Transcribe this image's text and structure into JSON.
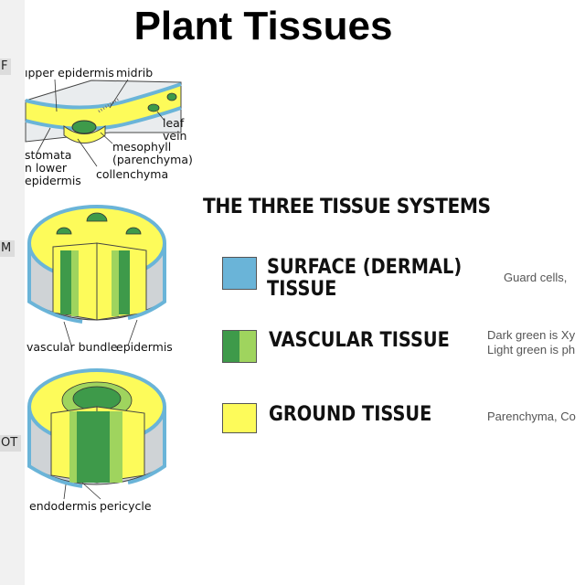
{
  "title": "Plant Tissues",
  "side_tabs": [
    "F",
    "M",
    "OT"
  ],
  "leaf_labels": {
    "upper_epidermis": "ıpper epidermis",
    "midrib": "midrib",
    "leaf_vein_1": "leaf",
    "leaf_vein_2": "vein",
    "mesophyll_1": "mesophyll",
    "mesophyll_2": "(parenchyma)",
    "stomata_1": "stomata",
    "stomata_2": "n lower",
    "stomata_3": "epidermis",
    "collenchyma": "collenchyma"
  },
  "stem_labels": {
    "vascular_bundle": "vascular bundle",
    "epidermis": "epidermis"
  },
  "root_labels": {
    "endodermis": "endodermis",
    "pericycle": "pericycle"
  },
  "legend": {
    "heading": "THE THREE TISSUE SYSTEMS",
    "items": [
      {
        "label_1": "SURFACE (DERMAL)",
        "label_2": "TISSUE",
        "note_1": "Guard cells,",
        "note_2": ""
      },
      {
        "label_1": "VASCULAR TISSUE",
        "label_2": "",
        "note_1": "Dark green is Xy",
        "note_2": "Light green is ph"
      },
      {
        "label_1": "GROUND TISSUE",
        "label_2": "",
        "note_1": "Parenchyma, Co",
        "note_2": ""
      }
    ]
  },
  "colors": {
    "dermal": "#6ab4d8",
    "vascular_dark": "#3e9a4a",
    "vascular_light": "#9fd45e",
    "ground": "#fdfb5a",
    "shadow": "#cfd3d6"
  }
}
